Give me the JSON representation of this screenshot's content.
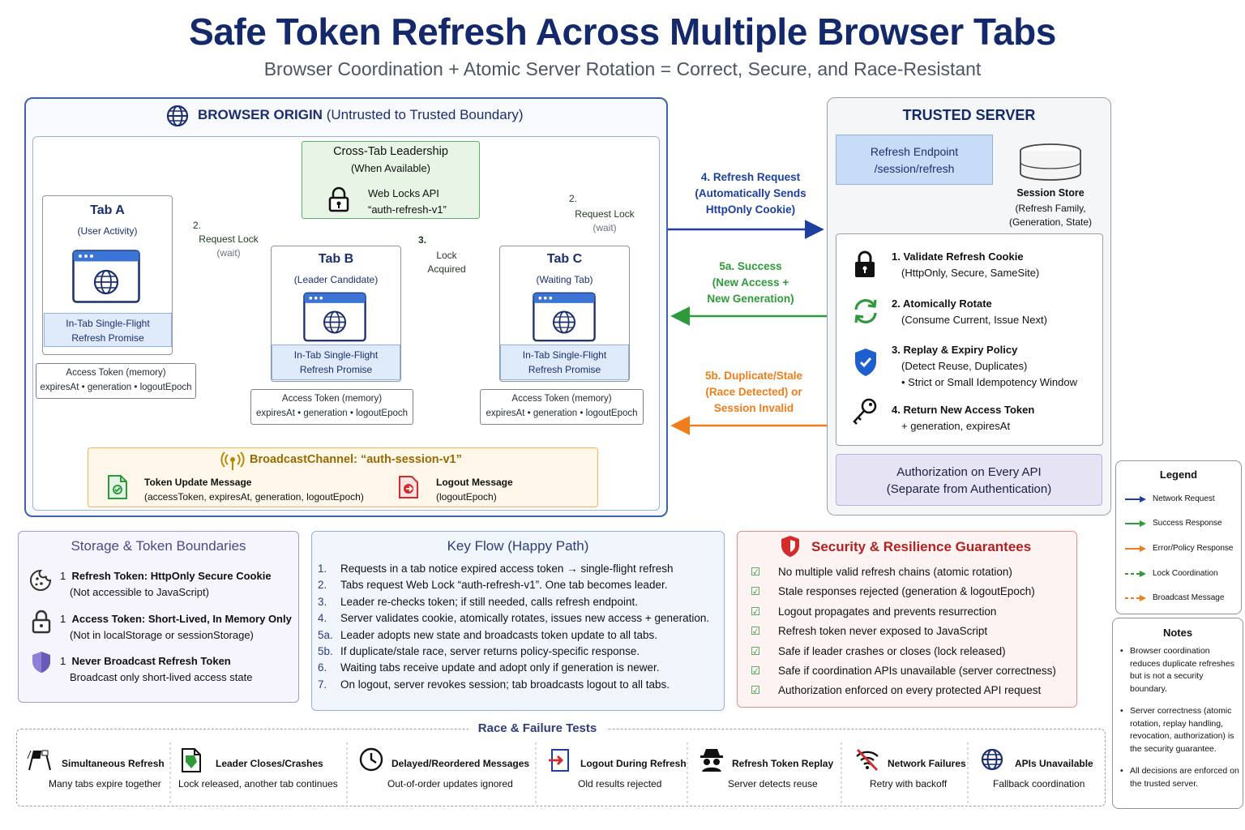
{
  "header": {
    "title": "Safe Token Refresh Across Multiple Browser Tabs",
    "subtitle": "Browser Coordination + Atomic Server Rotation = Correct, Secure, and Race-Resistant"
  },
  "browser": {
    "title_bold": "BROWSER ORIGIN",
    "title_rest": "(Untrusted to Trusted Boundary)",
    "leadership": {
      "title": "Cross-Tab Leadership",
      "subtitle": "(When Available)",
      "api": "Web Locks API",
      "lock_name": "“auth-refresh-v1”"
    },
    "lock_labels": {
      "left": {
        "num": "2.",
        "text": "Request Lock",
        "wait": "(wait)"
      },
      "right": {
        "num": "2.",
        "text": "Request Lock",
        "wait": "(wait)"
      },
      "acquired": {
        "num": "3.",
        "text1": "Lock",
        "text2": "Acquired"
      }
    },
    "tabs": [
      {
        "name": "Tab A",
        "role": "(User Activity)",
        "inflight1": "In-Tab Single-Flight",
        "inflight2": "Refresh Promise",
        "token_label": "Access Token",
        "token_store": "(memory)",
        "token_fields": "expiresAt • generation • logoutEpoch"
      },
      {
        "name": "Tab B",
        "role": "(Leader Candidate)",
        "inflight1": "In-Tab Single-Flight",
        "inflight2": "Refresh Promise",
        "token_label": "Access Token",
        "token_store": "(memory)",
        "token_fields": "expiresAt • generation • logoutEpoch"
      },
      {
        "name": "Tab C",
        "role": "(Waiting Tab)",
        "inflight1": "In-Tab Single-Flight",
        "inflight2": "Refresh Promise",
        "token_label": "Access Token",
        "token_store": "(memory)",
        "token_fields": "expiresAt • generation • logoutEpoch"
      }
    ],
    "broadcast": {
      "title": "BroadcastChannel: “auth-session-v1”",
      "update_title": "Token Update Message",
      "update_fields": "(accessToken, expiresAt, generation, logoutEpoch)",
      "logout_title": "Logout Message",
      "logout_fields": "(logoutEpoch)"
    }
  },
  "arrows": {
    "refresh": [
      "4. Refresh Request",
      "(Automatically Sends",
      "HttpOnly Cookie)"
    ],
    "success": [
      "5a. Success",
      "(New Access +",
      "New Generation)"
    ],
    "error": [
      "5b. Duplicate/Stale",
      "(Race Detected) or",
      "Session Invalid"
    ]
  },
  "server": {
    "title": "TRUSTED SERVER",
    "endpoint": [
      "Refresh Endpoint",
      "/session/refresh"
    ],
    "store": {
      "title": "Session Store",
      "line1": "(Refresh Family,",
      "line2": "(Generation, State)"
    },
    "steps": [
      {
        "title": "1.  Validate Refresh Cookie",
        "line1": "(HttpOnly, Secure, SameSite)",
        "line2": ""
      },
      {
        "title": "2.  Atomically Rotate",
        "line1": "(Consume Current, Issue Next)",
        "line2": ""
      },
      {
        "title": "3.  Replay & Expiry Policy",
        "line1": "(Detect Reuse, Duplicates)",
        "line2": "• Strict or Small Idempotency Window"
      },
      {
        "title": "4.  Return New Access Token",
        "line1": "+ generation, expiresAt",
        "line2": ""
      }
    ],
    "authz": [
      "Authorization on Every API",
      "(Separate from Authentication)"
    ]
  },
  "legend": {
    "title": "Legend",
    "items": [
      "Network Request",
      "Success Response",
      "Error/Policy Response",
      "Lock Coordination",
      "Broadcast Message"
    ]
  },
  "notes": {
    "title": "Notes",
    "items": [
      "Browser coordination reduces duplicate refreshes but is not a security boundary.",
      "Server correctness (atomic rotation, replay handling, revocation, authorization) is the security guarantee.",
      "All decisions are enforced on the trusted server."
    ]
  },
  "storage": {
    "title": "Storage & Token Boundaries",
    "items": [
      {
        "num": "1",
        "title": "Refresh Token: HttpOnly Secure Cookie",
        "sub": "(Not accessible to JavaScript)"
      },
      {
        "num": "1",
        "title": "Access Token: Short-Lived, In Memory Only",
        "sub": "(Not in localStorage or sessionStorage)"
      },
      {
        "num": "1",
        "title": "Never Broadcast Refresh Token",
        "sub": "Broadcast only short-lived access state"
      }
    ]
  },
  "flow": {
    "title": "Key Flow (Happy Path)",
    "steps": [
      {
        "num": "1.",
        "text": "Requests in a tab notice expired access token → single-flight refresh"
      },
      {
        "num": "2.",
        "text": "Tabs request Web Lock “auth-refresh-v1”. One tab becomes leader."
      },
      {
        "num": "3.",
        "text": "Leader re-checks token; if still needed, calls refresh endpoint."
      },
      {
        "num": "4.",
        "text": "Server validates cookie, atomically rotates, issues new access + generation."
      },
      {
        "num": "5a.",
        "text": "Leader adopts new state and broadcasts token update to all tabs."
      },
      {
        "num": "5b.",
        "text": "If duplicate/stale race, server returns policy-specific response."
      },
      {
        "num": "6.",
        "text": "Waiting tabs receive update and adopt only if generation is newer."
      },
      {
        "num": "7.",
        "text": "On logout, server revokes session; tab broadcasts logout to all tabs."
      }
    ]
  },
  "security": {
    "title": "Security & Resilience Guarantees",
    "items": [
      "No multiple valid refresh chains (atomic rotation)",
      "Stale responses rejected (generation & logoutEpoch)",
      "Logout propagates and prevents resurrection",
      "Refresh token never exposed to JavaScript",
      "Safe if leader crashes or closes (lock released)",
      "Safe if coordination APIs unavailable (server correctness)",
      "Authorization enforced on every protected API request"
    ]
  },
  "race": {
    "title": "Race & Failure Tests",
    "items": [
      {
        "icon": "checkered-flag-icon",
        "title": "Simultaneous Refresh",
        "sub": "Many tabs expire together"
      },
      {
        "icon": "document-crash-icon",
        "title": "Leader Closes/Crashes",
        "sub": "Lock released, another tab continues"
      },
      {
        "icon": "clock-icon",
        "title": "Delayed/Reordered Messages",
        "sub": "Out-of-order updates ignored"
      },
      {
        "icon": "logout-icon",
        "title": "Logout During Refresh",
        "sub": "Old results rejected"
      },
      {
        "icon": "spy-icon",
        "title": "Refresh Token Replay",
        "sub": "Server detects reuse"
      },
      {
        "icon": "wifi-off-icon",
        "title": "Network Failures",
        "sub": "Retry with backoff"
      },
      {
        "icon": "globe-icon",
        "title": "APIs Unavailable",
        "sub": "Fallback coordination"
      }
    ]
  },
  "colors": {
    "navy": "#13296b",
    "request": "#1d3fa0",
    "success": "#2f9a3a",
    "error": "#f07d1a",
    "lock": "#2f9a3a",
    "broadcast": "#f07d1a"
  }
}
